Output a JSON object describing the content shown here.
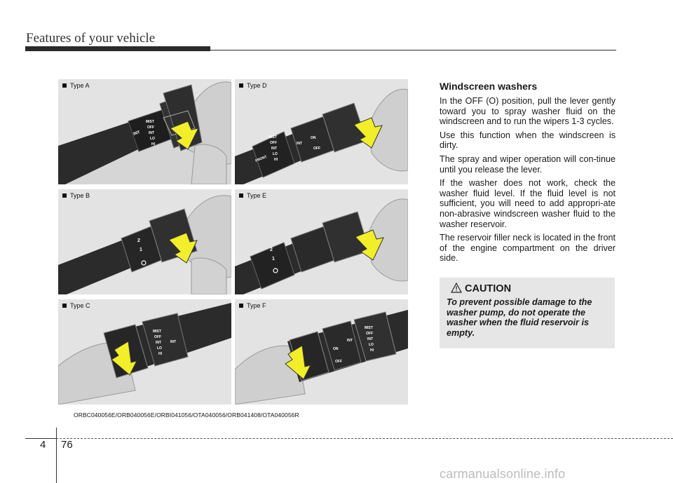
{
  "header": {
    "title": "Features of your vehicle"
  },
  "figure": {
    "panels": [
      {
        "label": "Type A",
        "pos": "top-left"
      },
      {
        "label": "Type D",
        "pos": "top-right"
      },
      {
        "label": "Type B",
        "pos": "middle-left"
      },
      {
        "label": "Type E",
        "pos": "middle-right"
      },
      {
        "label": "Type C",
        "pos": "bottom-left"
      },
      {
        "label": "Type F",
        "pos": "bottom-right"
      }
    ],
    "stalk_markings": {
      "mist_off_int_lo_hi": [
        "MIST",
        "OFF",
        "INT",
        "LO",
        "HI"
      ],
      "int": "INT",
      "front": "FRONT",
      "on_off": [
        "ON",
        "OFF"
      ],
      "speeds": [
        "2",
        "1"
      ]
    },
    "caption": "ORBC040056E/ORB040056E/ORBI041056/OTA040056/ORB041408/OTA040056R"
  },
  "section": {
    "title": "Windscreen washers",
    "paragraphs": [
      "In the OFF (O) position, pull the lever gently toward you to spray washer fluid on the windscreen and to run the wipers 1-3 cycles.",
      "Use this function when the windscreen is dirty.",
      "The spray and wiper operation will con-tinue until you release the lever.",
      "If the washer does not work, check the washer fluid level. If the fluid level is not sufficient, you will need to add appropri-ate non-abrasive windscreen washer fluid to the washer reservoir.",
      "The reservoir filler neck is located in the front of the engine compartment on the driver side."
    ]
  },
  "caution": {
    "title": "CAUTION",
    "text": "To prevent possible damage to the washer pump, do not operate the washer when the fluid reservoir is empty."
  },
  "footer": {
    "chapter": "4",
    "page": "76"
  },
  "watermark": "carmanualsonline.info",
  "colors": {
    "arrow_fill": "#f2ee2a",
    "stalk": "#2b2b2b",
    "panel_bg": "#e3e3e3"
  }
}
